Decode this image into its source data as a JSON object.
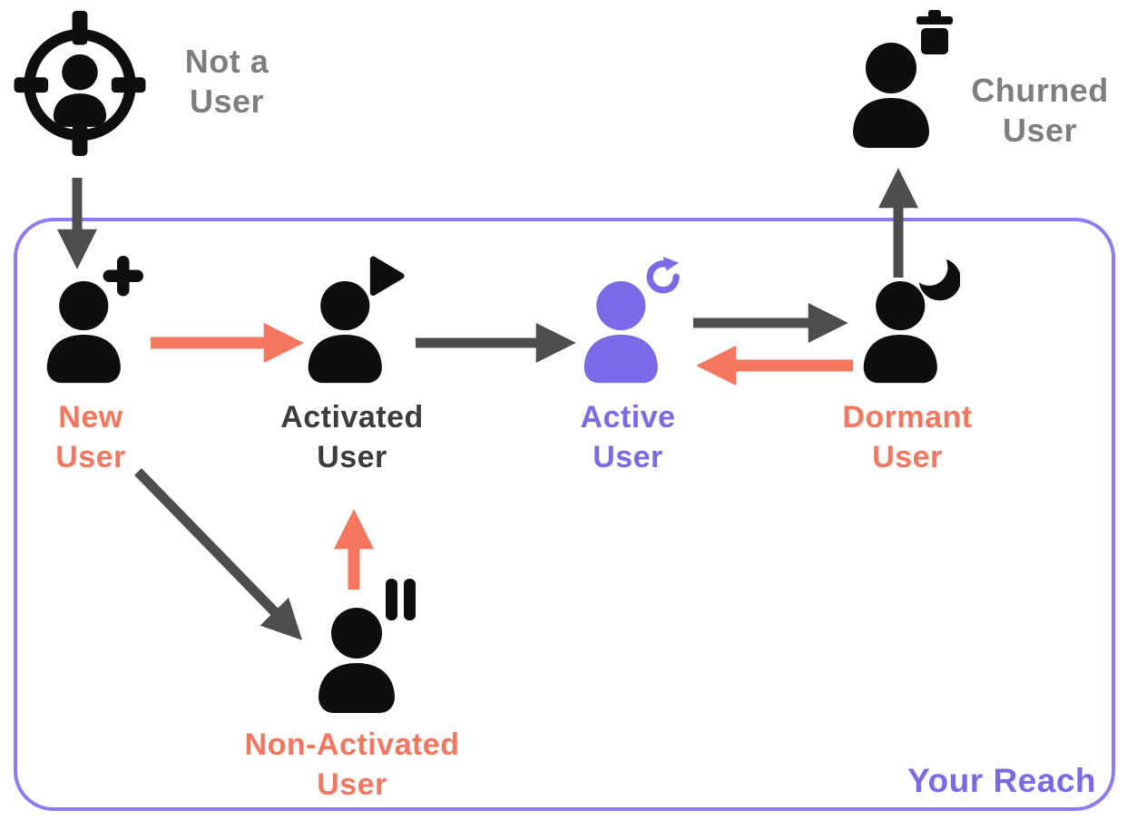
{
  "colors": {
    "coral": "#F4765E",
    "purple": "#7A6AE8",
    "purple_border": "#8C7CF2",
    "dark": "#4D4D4D",
    "dark_text": "#3D3B3D",
    "gray": "#7E7E7E",
    "black": "#0E0E0E"
  },
  "region_label": "Your Reach",
  "nodes": [
    {
      "id": "not-a-user",
      "label": "Not a\nUser",
      "color": "gray"
    },
    {
      "id": "new-user",
      "label": "New\nUser",
      "color": "coral"
    },
    {
      "id": "activated-user",
      "label": "Activated\nUser",
      "color": "dark"
    },
    {
      "id": "active-user",
      "label": "Active\nUser",
      "color": "purple"
    },
    {
      "id": "dormant-user",
      "label": "Dormant\nUser",
      "color": "coral"
    },
    {
      "id": "churned-user",
      "label": "Churned\nUser",
      "color": "gray"
    },
    {
      "id": "non-activated-user",
      "label": "Non-Activated\nUser",
      "color": "coral"
    }
  ],
  "edges": [
    {
      "from": "not-a-user",
      "to": "new-user",
      "color": "dark"
    },
    {
      "from": "new-user",
      "to": "activated-user",
      "color": "coral"
    },
    {
      "from": "activated-user",
      "to": "active-user",
      "color": "dark"
    },
    {
      "from": "active-user",
      "to": "dormant-user",
      "color": "dark"
    },
    {
      "from": "dormant-user",
      "to": "active-user",
      "color": "coral"
    },
    {
      "from": "dormant-user",
      "to": "churned-user",
      "color": "dark"
    },
    {
      "from": "new-user",
      "to": "non-activated-user",
      "color": "dark"
    },
    {
      "from": "non-activated-user",
      "to": "activated-user",
      "color": "coral"
    }
  ]
}
